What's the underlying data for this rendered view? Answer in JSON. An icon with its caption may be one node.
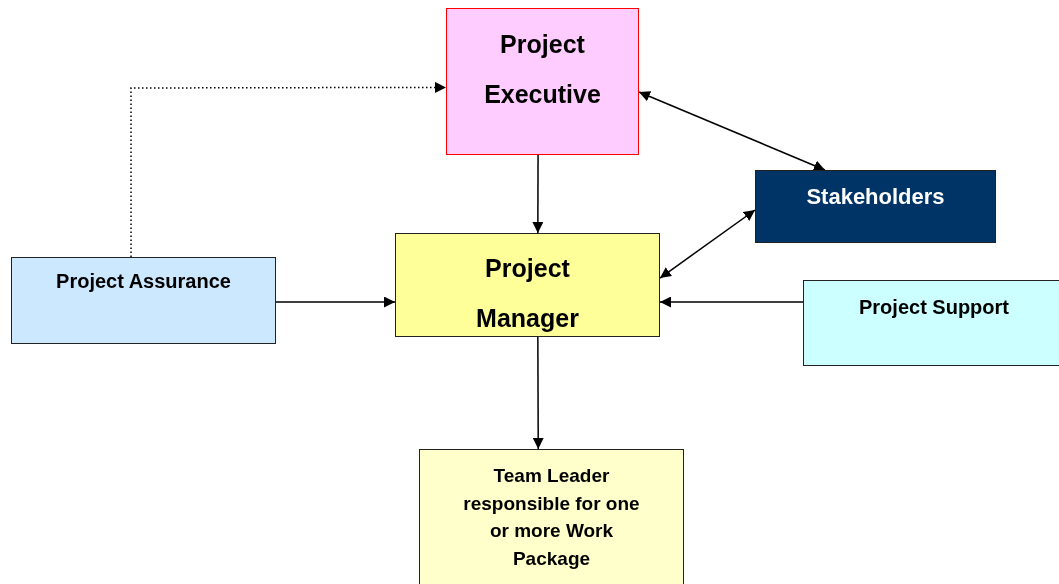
{
  "diagram": {
    "nodes": [
      {
        "text": [
          "Project Executive"
        ]
      },
      {
        "text": [
          "Stakeholders"
        ]
      },
      {
        "text": [
          "Project Assurance"
        ]
      },
      {
        "text": [
          "Project Manager"
        ]
      },
      {
        "text": [
          "Project Support"
        ]
      },
      {
        "text": [
          "Team Leader responsible for one or more Work Package"
        ]
      }
    ],
    "edges": [
      {
        "from": 2,
        "to": 0,
        "arrow": "to",
        "style": "dashed"
      },
      {
        "from": 0,
        "to": 1,
        "arrow": "both"
      },
      {
        "from": 0,
        "to": 3,
        "arrow": "to"
      },
      {
        "from": 1,
        "to": 3,
        "arrow": "both"
      },
      {
        "from": 2,
        "to": 3,
        "arrow": "to"
      },
      {
        "from": 4,
        "to": 3,
        "arrow": "to"
      },
      {
        "from": 3,
        "to": 5,
        "arrow": "to"
      }
    ]
  }
}
